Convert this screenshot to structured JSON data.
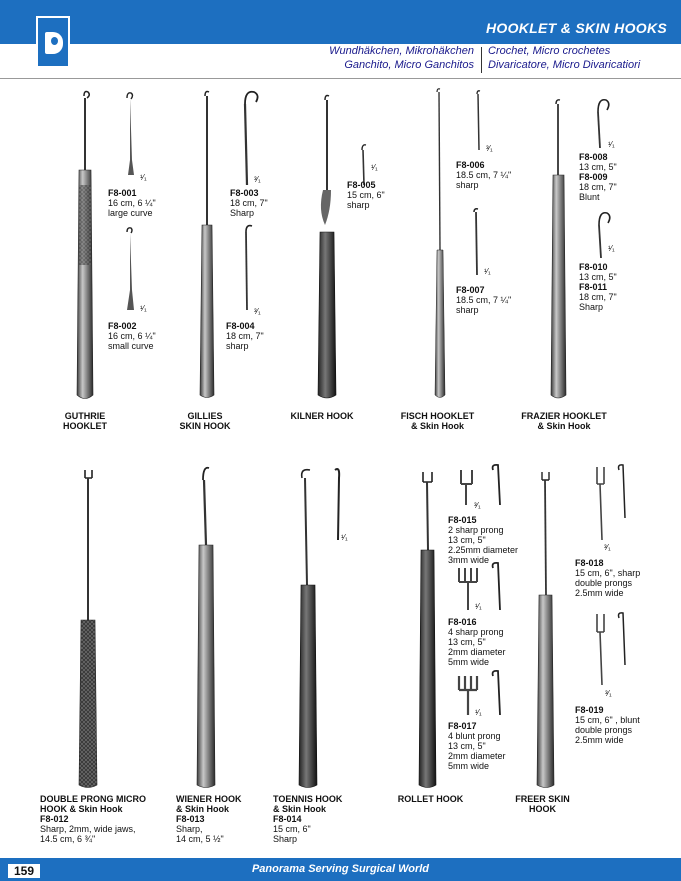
{
  "header": {
    "title": "HOOKLET & SKIN HOOKS",
    "trans_left": [
      "Wundhäkchen, Mikrohäkchen",
      "Ganchito, Micro Ganchitos"
    ],
    "trans_right": [
      "Crochet, Micro crochetes",
      "Divaricatore, Micro Divaricatiori"
    ]
  },
  "footer": {
    "page": "159",
    "slogan": "Panorama Serving Surgical World"
  },
  "colors": {
    "brand_blue": "#1d6fc0"
  },
  "products": {
    "f8_001": {
      "code": "F8-001",
      "l1": "16 cm, 6 ¼\"",
      "l2": "large curve",
      "scale": "¹⁄₁"
    },
    "f8_002": {
      "code": "F8-002",
      "l1": "16 cm, 6 ¼\"",
      "l2": "small curve",
      "scale": "¹⁄₁"
    },
    "f8_003": {
      "code": "F8-003",
      "l1": "18 cm, 7\"",
      "l2": "Sharp",
      "scale": "³⁄₁"
    },
    "f8_004": {
      "code": "F8-004",
      "l1": "18 cm, 7\"",
      "l2": "sharp",
      "scale": "³⁄₁"
    },
    "f8_005": {
      "code": "F8-005",
      "l1": "15 cm, 6\"",
      "l2": "sharp",
      "scale": "¹⁄₁"
    },
    "f8_006": {
      "code": "F8-006",
      "l1": "18.5 cm, 7 ¼\"",
      "l2": "sharp",
      "scale": "³⁄₁"
    },
    "f8_007": {
      "code": "F8-007",
      "l1": "18.5 cm, 7 ¼\"",
      "l2": "sharp",
      "scale": "¹⁄₁"
    },
    "f8_008": {
      "code": "F8-008",
      "l1": "13 cm, 5\"",
      "scale": "¹⁄₁"
    },
    "f8_009": {
      "code": "F8-009",
      "l1": "18 cm, 7\"",
      "l2": "Blunt"
    },
    "f8_010": {
      "code": "F8-010",
      "l1": "13 cm, 5\"",
      "scale": "¹⁄₁"
    },
    "f8_011": {
      "code": "F8-011",
      "l1": "18 cm, 7\"",
      "l2": "Sharp"
    },
    "f8_012": {
      "code": "F8-012",
      "l1": "Sharp, 2mm, wide jaws,",
      "l2": "14.5 cm, 6 ¾\""
    },
    "f8_013": {
      "code": "F8-013",
      "l1": "Sharp,",
      "l2": "14 cm, 5 ½\""
    },
    "f8_014": {
      "code": "F8-014",
      "l1": "15 cm, 6\"",
      "l2": "Sharp",
      "scale": "¹⁄₁"
    },
    "f8_015": {
      "code": "F8-015",
      "l1": "2 sharp prong",
      "l2": "13 cm, 5\"",
      "l3": "2.25mm diameter",
      "l4": "3mm wide",
      "scale": "³⁄₁"
    },
    "f8_016": {
      "code": "F8-016",
      "l1": "4 sharp prong",
      "l2": "13 cm, 5\"",
      "l3": "2mm diameter",
      "l4": "5mm wide",
      "scale": "¹⁄₁"
    },
    "f8_017": {
      "code": "F8-017",
      "l1": "4 blunt prong",
      "l2": "13 cm, 5\"",
      "l3": "2mm diameter",
      "l4": "5mm wide",
      "scale": "¹⁄₁"
    },
    "f8_018": {
      "code": "F8-018",
      "l1": "15 cm, 6\", sharp",
      "l2": "double prongs",
      "l3": "2.5mm wide",
      "scale": "³⁄₁"
    },
    "f8_019": {
      "code": "F8-019",
      "l1": "15 cm, 6\" , blunt",
      "l2": "double prongs",
      "l3": "2.5mm wide",
      "scale": "³⁄₁"
    }
  },
  "names": {
    "guthrie": [
      "GUTHRIE",
      "HOOKLET"
    ],
    "gillies": [
      "GILLIES",
      "SKIN HOOK"
    ],
    "kilner": [
      "KILNER HOOK"
    ],
    "fisch": [
      "FISCH HOOKLET",
      "& Skin Hook"
    ],
    "frazier": [
      "FRAZIER  HOOKLET",
      "& Skin Hook"
    ],
    "double_prong": [
      "DOUBLE PRONG MICRO",
      "HOOK & Skin Hook"
    ],
    "wiener": [
      "WIENER HOOK",
      "& Skin Hook"
    ],
    "toennis": [
      "TOENNIS HOOK",
      "& Skin Hook"
    ],
    "rollet": [
      "ROLLET HOOK"
    ],
    "freer": [
      "FREER SKIN",
      "HOOK"
    ]
  }
}
